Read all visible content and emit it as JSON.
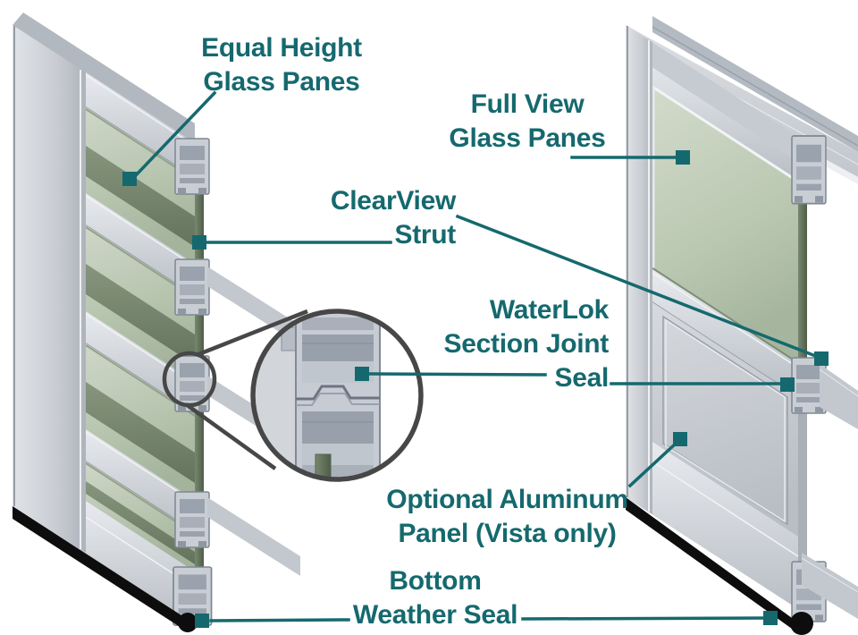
{
  "diagram_title": "Garage door section construction diagram",
  "theme": {
    "accent": "#15696e",
    "magnifier_ring": "#474747",
    "aluminum": "#c6cad1",
    "glass": "#b9c7b0",
    "glass_dark": "#5f6f58",
    "weather_seal": "#0d0d0d",
    "background": "#ffffff"
  },
  "labels": {
    "equal_height": "Equal Height\nGlass Panes",
    "full_view": "Full View\nGlass Panes",
    "clearview": "ClearView\nStrut",
    "waterlok": "WaterLok\nSection Joint\nSeal",
    "optional_panel": "Optional Aluminum\nPanel (Vista only)",
    "bottom_seal": "Bottom\nWeather Seal"
  },
  "callouts": [
    {
      "name": "equal-height-glass-panes",
      "marker": "square",
      "target": "left door glass pane"
    },
    {
      "name": "full-view-glass-panes",
      "marker": "square",
      "target": "right door glass pane"
    },
    {
      "name": "clearview-strut",
      "marker": "square",
      "targets": [
        "left door section edge",
        "right door section joint"
      ]
    },
    {
      "name": "waterlok-section-joint-seal",
      "marker": "square",
      "targets": [
        "magnified cross-section",
        "right door section joint"
      ]
    },
    {
      "name": "optional-aluminum-panel",
      "marker": "square",
      "target": "right door lower panel"
    },
    {
      "name": "bottom-weather-seal",
      "marker": "square",
      "targets": [
        "left door bottom seal",
        "right door bottom seal"
      ]
    }
  ]
}
